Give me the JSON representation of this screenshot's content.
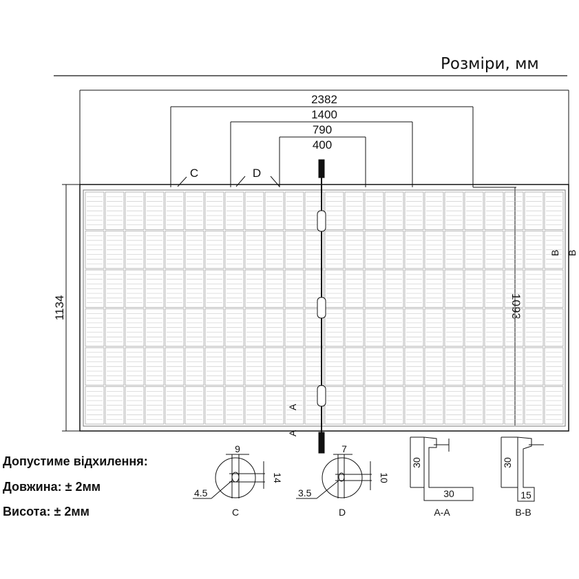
{
  "title": "Розміри, мм",
  "top_dims": {
    "overall": "2382",
    "outer_holes": "1400",
    "mid_holes": "790",
    "inner_holes": "400"
  },
  "side_dims": {
    "height": "1134",
    "inner_height": "1093"
  },
  "hole_labels": {
    "c": "C",
    "d": "D"
  },
  "section_marks": {
    "a": "A",
    "b": "B"
  },
  "detail_c": {
    "width": "9",
    "height": "14",
    "diameter": "4.5",
    "label": "C"
  },
  "detail_d": {
    "width": "7",
    "height": "10",
    "diameter": "3.5",
    "label": "D"
  },
  "section_aa": {
    "height": "30",
    "width": "30",
    "label": "A-A"
  },
  "section_bb": {
    "height": "30",
    "width": "15",
    "label": "B-B"
  },
  "tolerance": {
    "heading": "Допустиме відхилення:",
    "length": "Довжина: ± 2мм",
    "height": "Висота: ± 2мм"
  }
}
